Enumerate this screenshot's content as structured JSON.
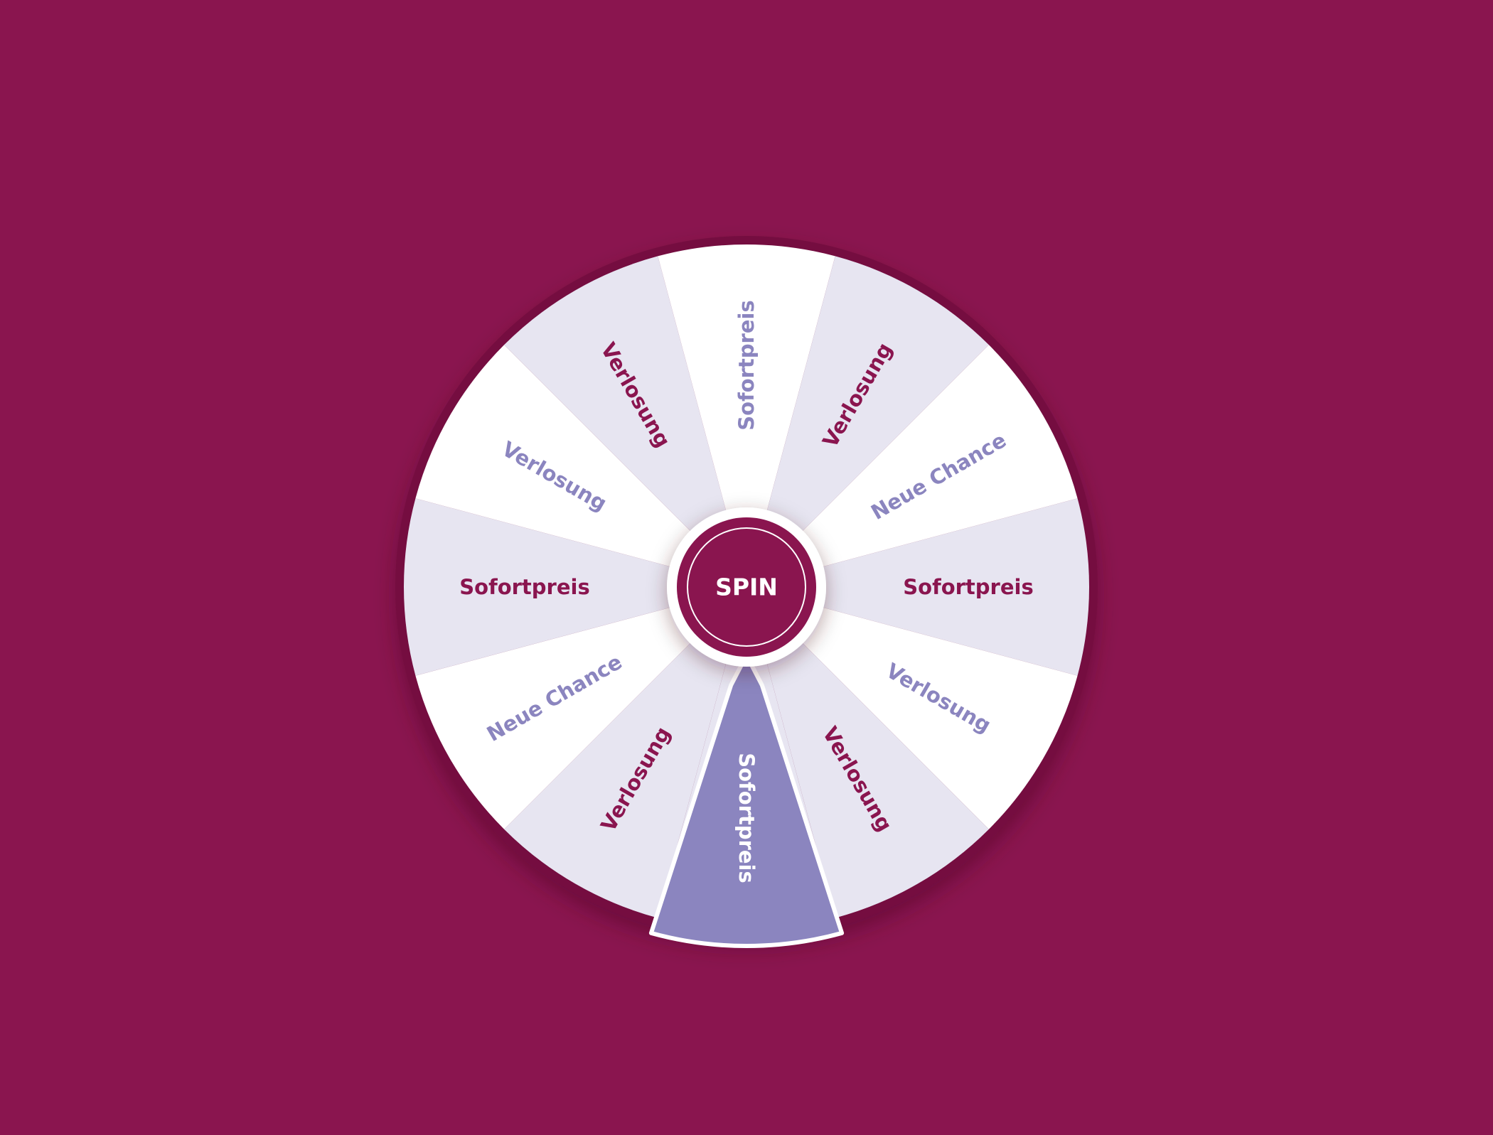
{
  "colors": {
    "background": "#8a154f",
    "wheel_rim": "#74113f",
    "segment_light": "#e7e5f1",
    "segment_white": "#ffffff",
    "selected_segment": "#8b85bf",
    "text_dark": "#8a154f",
    "text_lavender": "#8b85bf",
    "text_white": "#ffffff",
    "hub": "#8a154f"
  },
  "spin_button": {
    "label": "SPIN"
  },
  "selected_segment": {
    "label": "Sofortpreis"
  },
  "segments": [
    {
      "label": "Sofortpreis",
      "fill": "light",
      "text_color": "dark"
    },
    {
      "label": "Verlosung",
      "fill": "white",
      "text_color": "lavender"
    },
    {
      "label": "Verlosung",
      "fill": "light",
      "text_color": "dark"
    },
    {
      "label": "Sofortpreis",
      "fill": "selected",
      "text_color": "white"
    },
    {
      "label": "Verlosung",
      "fill": "light",
      "text_color": "dark"
    },
    {
      "label": "Neue Chance",
      "fill": "white",
      "text_color": "lavender"
    },
    {
      "label": "Sofortpreis",
      "fill": "light",
      "text_color": "dark"
    },
    {
      "label": "Verlosung",
      "fill": "white",
      "text_color": "lavender"
    },
    {
      "label": "Verlosung",
      "fill": "light",
      "text_color": "dark"
    },
    {
      "label": "Sofortpreis",
      "fill": "white",
      "text_color": "lavender"
    },
    {
      "label": "Verlosung",
      "fill": "light",
      "text_color": "dark"
    },
    {
      "label": "Neue Chance",
      "fill": "white",
      "text_color": "lavender"
    }
  ]
}
